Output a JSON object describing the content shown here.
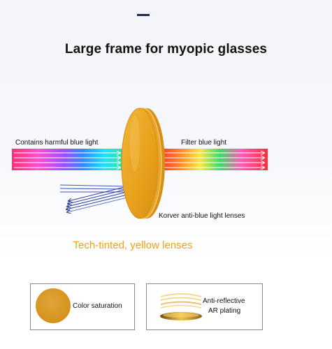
{
  "title": "Large frame for myopic glasses",
  "labels": {
    "harmful": "Contains harmful blue light",
    "filter": "Filter blue light",
    "korver": "Korver anti-blue light lenses"
  },
  "subtitle": "Tech-tinted, yellow lenses",
  "features": {
    "color_saturation": "Color saturation",
    "anti_reflective": "Anti-reflective",
    "ar_plating": "AR plating"
  },
  "colors": {
    "lens": "#e8a21d",
    "subtitle": "#f0a213",
    "reflection_rays": "#2b3fa0",
    "top_mark": "#1e2a4a"
  },
  "icons": [
    "lens-icon",
    "color-swatch-icon",
    "ar-coating-icon",
    "arrow-icon"
  ]
}
